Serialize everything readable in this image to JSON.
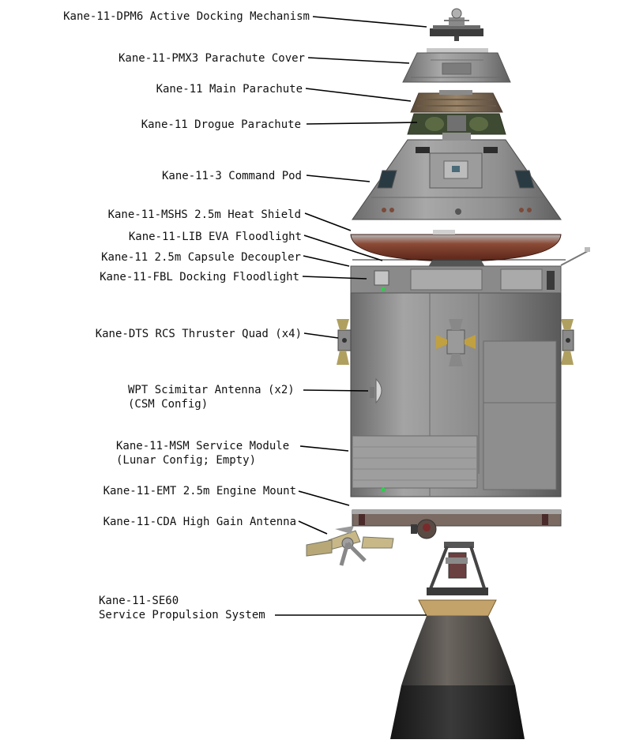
{
  "colors": {
    "background": "#ffffff",
    "text": "#111111",
    "leader": "#000000",
    "hull_light": "#9a9a9a",
    "hull_dark": "#5e5e5e",
    "heat_shield": "#7a3a2a",
    "parachute": "#6e5a44",
    "nozzle_top": "#c4a36a",
    "nozzle_dark": "#2b2b2b",
    "indicator_green": "#2bd24a"
  },
  "labels": {
    "docking_mechanism": "Kane-11-DPM6 Active Docking Mechanism",
    "parachute_cover": "Kane-11-PMX3 Parachute Cover",
    "main_parachute": "Kane-11 Main Parachute",
    "drogue_parachute": "Kane-11 Drogue Parachute",
    "command_pod": "Kane-11-3 Command Pod",
    "heat_shield": "Kane-11-MSHS 2.5m Heat Shield",
    "eva_floodlight": "Kane-11-LIB EVA Floodlight",
    "capsule_decoupler": "Kane-11 2.5m Capsule Decoupler",
    "docking_floodlight": "Kane-11-FBL Docking Floodlight",
    "rcs_quad": "Kane-DTS RCS Thruster Quad (x4)",
    "scimitar_line1": "WPT Scimitar Antenna (x2)",
    "scimitar_line2": "(CSM Config)",
    "service_module_line1": "Kane-11-MSM Service Module",
    "service_module_line2": "(Lunar Config; Empty)",
    "engine_mount": "Kane-11-EMT 2.5m Engine Mount",
    "high_gain_antenna": "Kane-11-CDA High Gain Antenna",
    "sps_line1": "Kane-11-SE60",
    "sps_line2": "Service Propulsion System"
  }
}
